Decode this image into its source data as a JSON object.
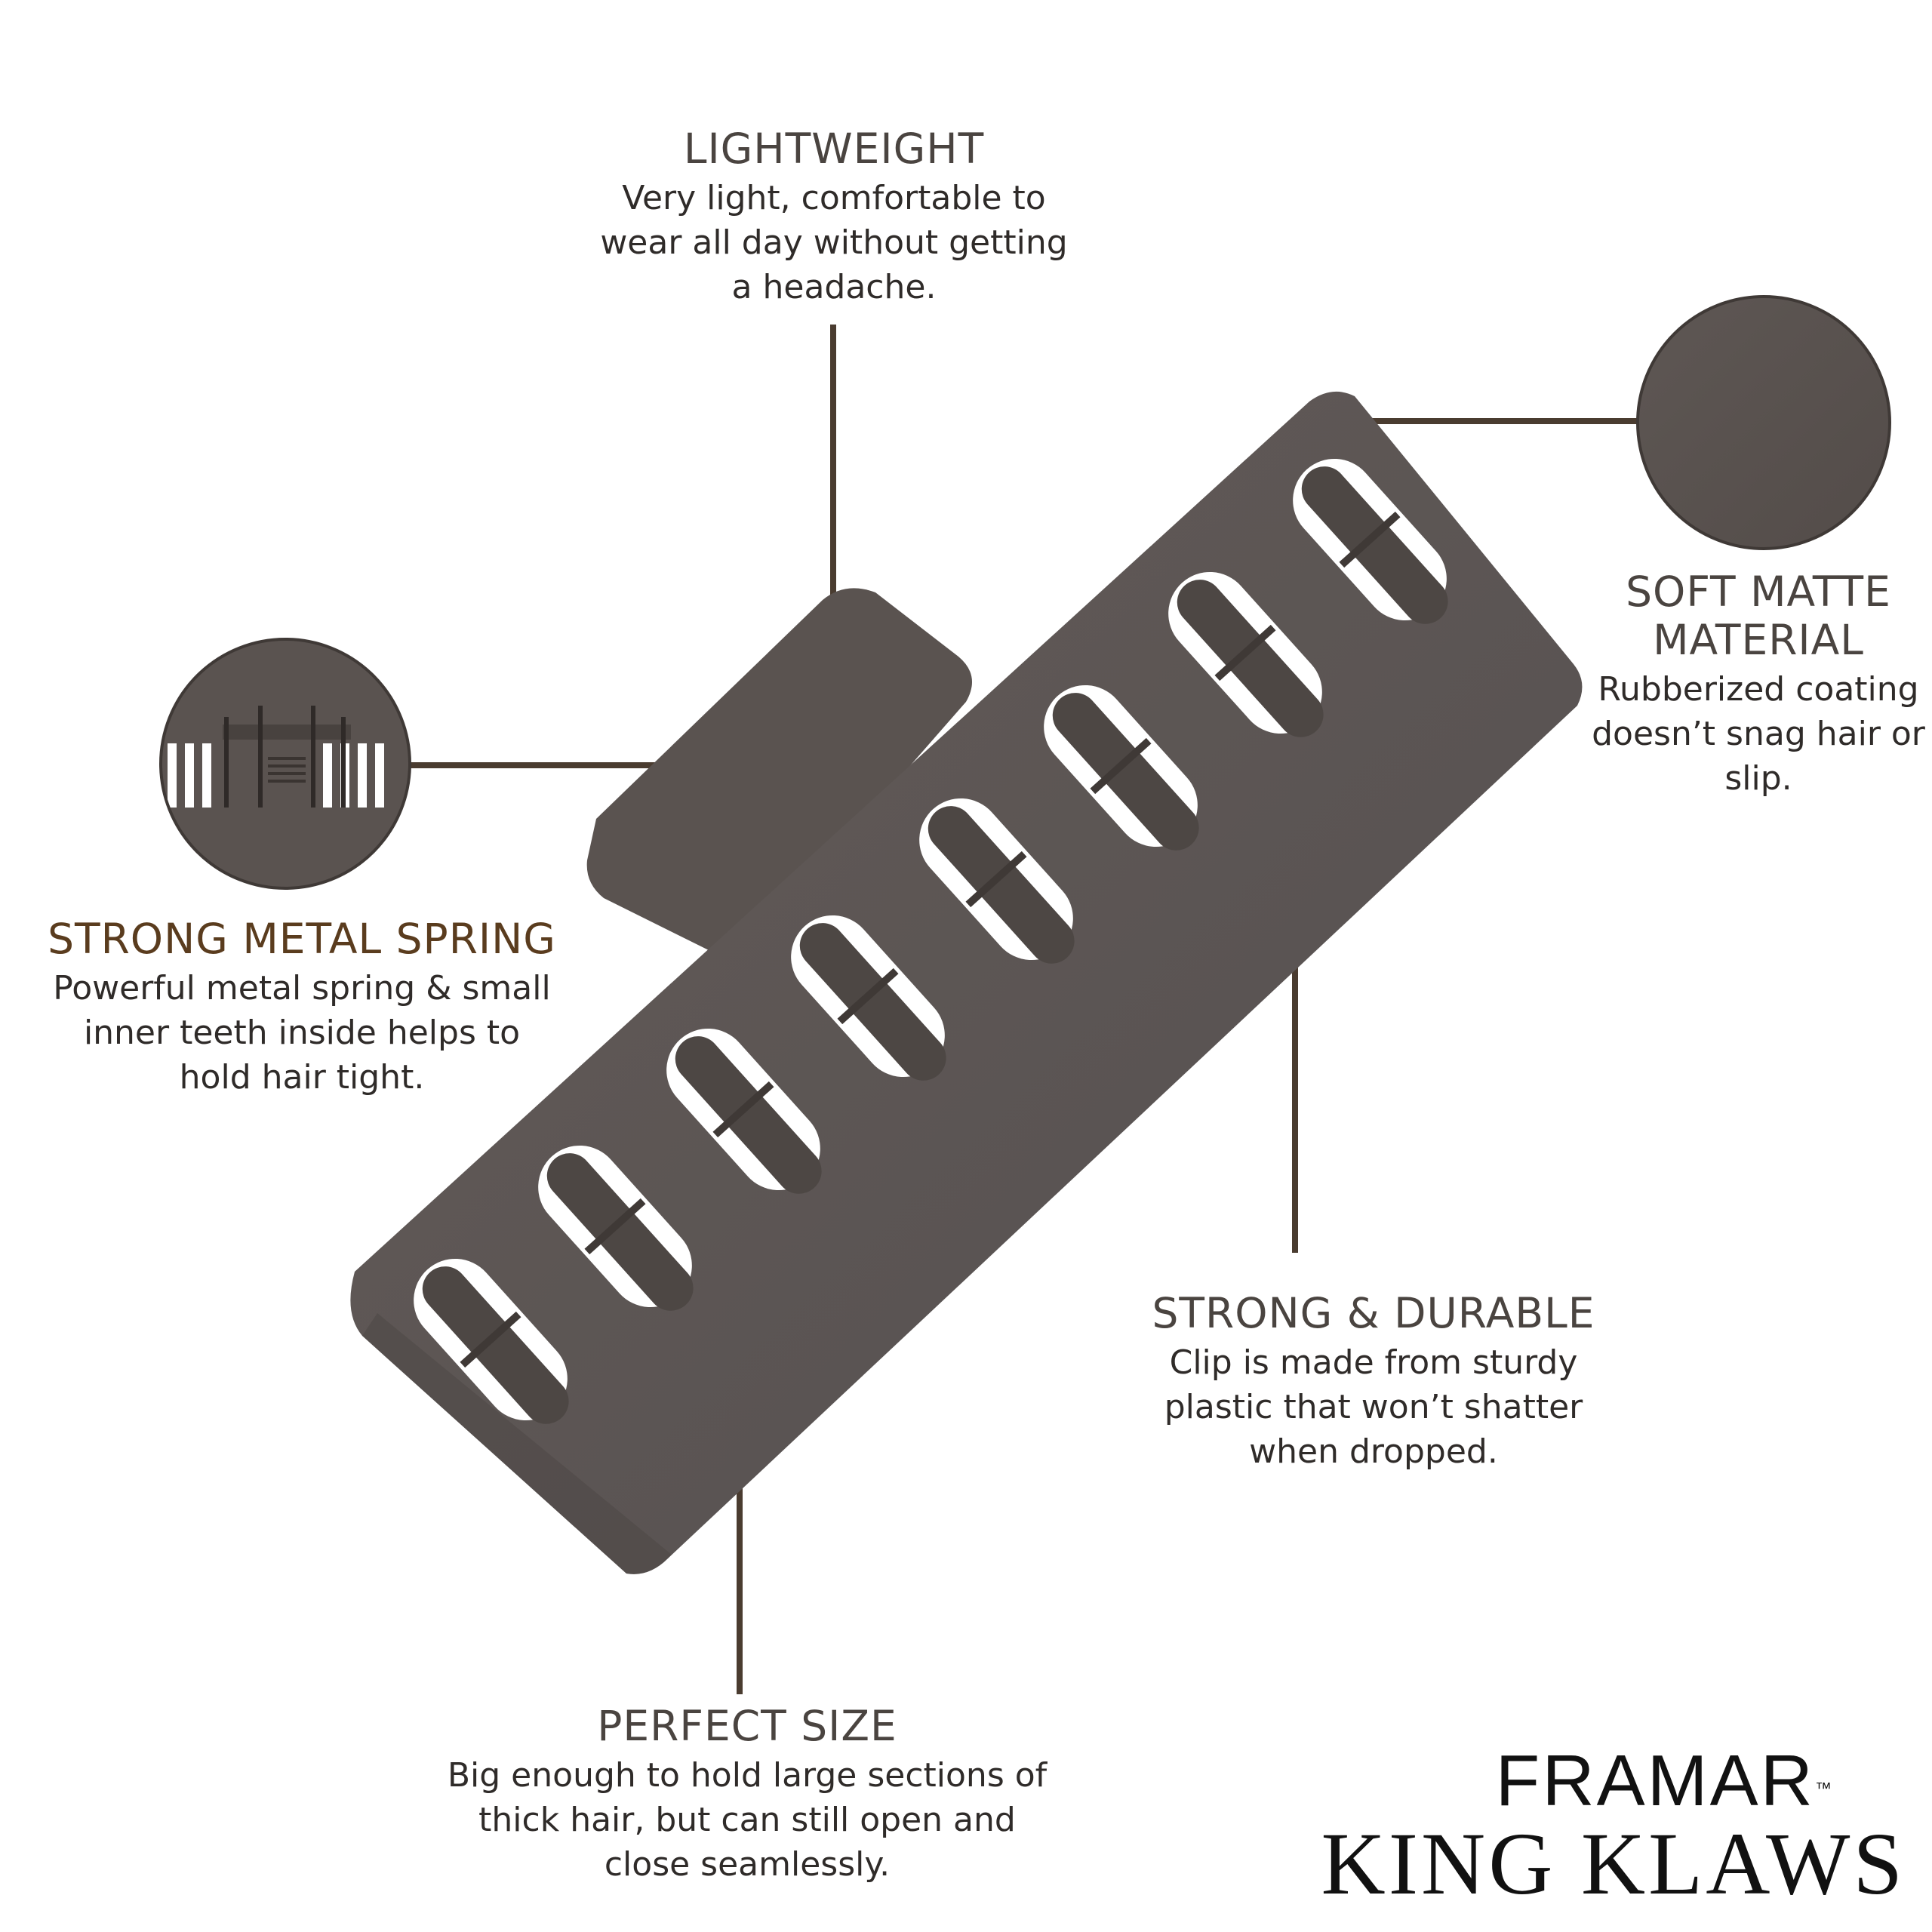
{
  "features": {
    "lightweight": {
      "title": "LIGHTWEIGHT",
      "description": "Very light, comfortable to\nwear all day without getting\na headache."
    },
    "soft_matte": {
      "title": "SOFT MATTE\nMATERIAL",
      "description": "Rubberized coating\ndoesn’t snag hair or\nslip."
    },
    "spring": {
      "title": "STRONG METAL SPRING",
      "description": "Powerful metal spring & small\ninner teeth inside helps to\nhold hair tight."
    },
    "durable": {
      "title": "STRONG & DURABLE",
      "description": "Clip is made from sturdy\nplastic that won’t shatter\nwhen dropped."
    },
    "size": {
      "title": "PERFECT SIZE",
      "description": "Big enough to hold large sections of\nthick hair, but can still open and\nclose seamlessly."
    }
  },
  "brand": {
    "line1": "FRAMAR",
    "trademark": "™",
    "line2": "KING KLAWS"
  },
  "colors": {
    "clip": "#5c5553",
    "clip_dark": "#3f3936",
    "leader_line": "#4a3c30",
    "spring_title": "#5a3c1e",
    "title": "#4a4440",
    "text": "#2f2b29"
  },
  "images": {
    "product": "hair-claw-clip",
    "zoom_material": "matte-texture-swatch",
    "zoom_spring": "metal-spring-closeup"
  }
}
